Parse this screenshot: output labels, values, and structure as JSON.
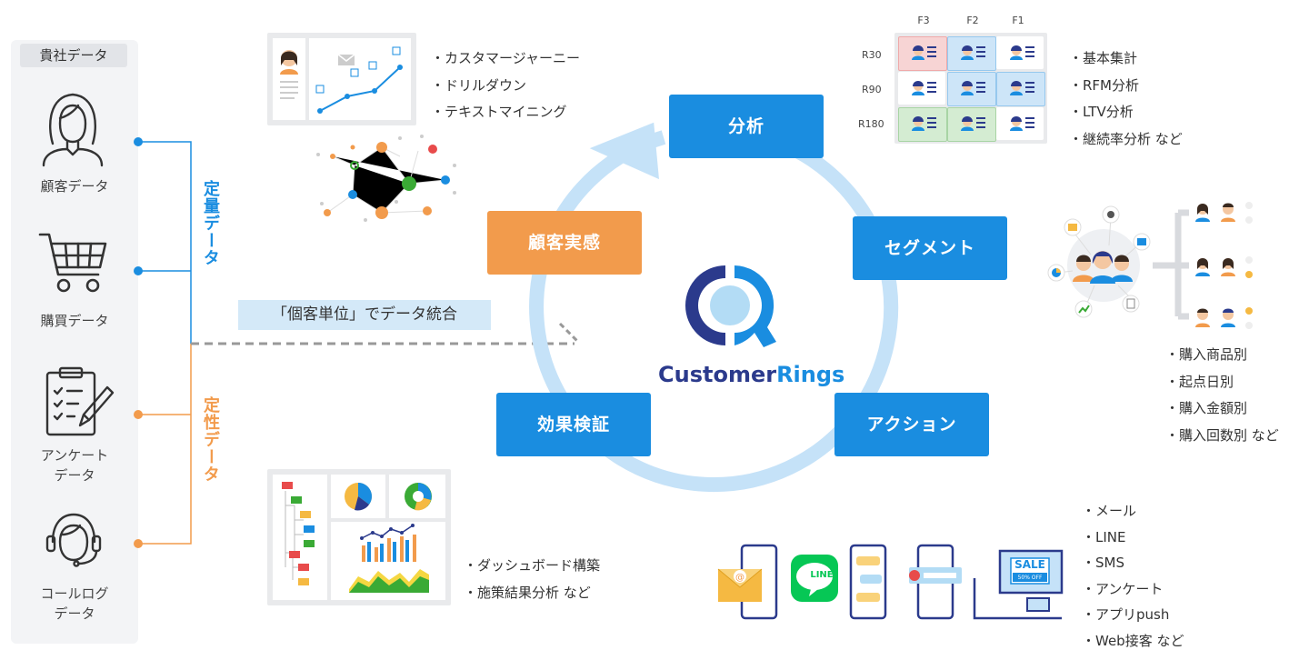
{
  "left_panel": {
    "title": "貴社データ",
    "sources": [
      {
        "label": "顧客データ",
        "icon": "woman-icon"
      },
      {
        "label": "購買データ",
        "icon": "cart-icon"
      },
      {
        "label": "アンケート\nデータ",
        "icon": "clipboard-icon"
      },
      {
        "label": "コールログ\nデータ",
        "icon": "headset-icon"
      }
    ]
  },
  "data_types": {
    "quantitative": "定量データ",
    "qualitative": "定性データ"
  },
  "banner": "「個客単位」でデータ統合",
  "cycle": {
    "analysis": "分析",
    "segment": "セグメント",
    "action": "アクション",
    "verification": "効果検証",
    "experience": "顧客実感"
  },
  "logo": {
    "part1": "Customer",
    "part2": "Rings"
  },
  "bullets_experience": [
    "・カスタマージャーニー",
    "・ドリルダウン",
    "・テキストマイニング"
  ],
  "bullets_analysis": [
    "・基本集計",
    "・RFM分析",
    "・LTV分析",
    "・継続率分析 など"
  ],
  "bullets_segment": [
    "・購入商品別",
    "・起点日別",
    "・購入金額別",
    "・購入回数別 など"
  ],
  "bullets_action": [
    "・メール",
    "・LINE",
    "・SMS",
    "・アンケート",
    "・アプリpush",
    "・Web接客 など"
  ],
  "bullets_verification": [
    "・ダッシュボード構築",
    "・施策結果分析 など"
  ],
  "rfm": {
    "columns": [
      "F3",
      "F2",
      "F1"
    ],
    "rows": [
      "R30",
      "R90",
      "R180"
    ]
  },
  "line_badge": "LINE",
  "sale_badge": "SALE",
  "sale_sub": "50% OFF",
  "colors": {
    "blue": "#1a8de0",
    "orange": "#f29b4c",
    "ring": "#c5e2f8",
    "navy": "#2b3a8c",
    "line_green": "#06c755"
  }
}
